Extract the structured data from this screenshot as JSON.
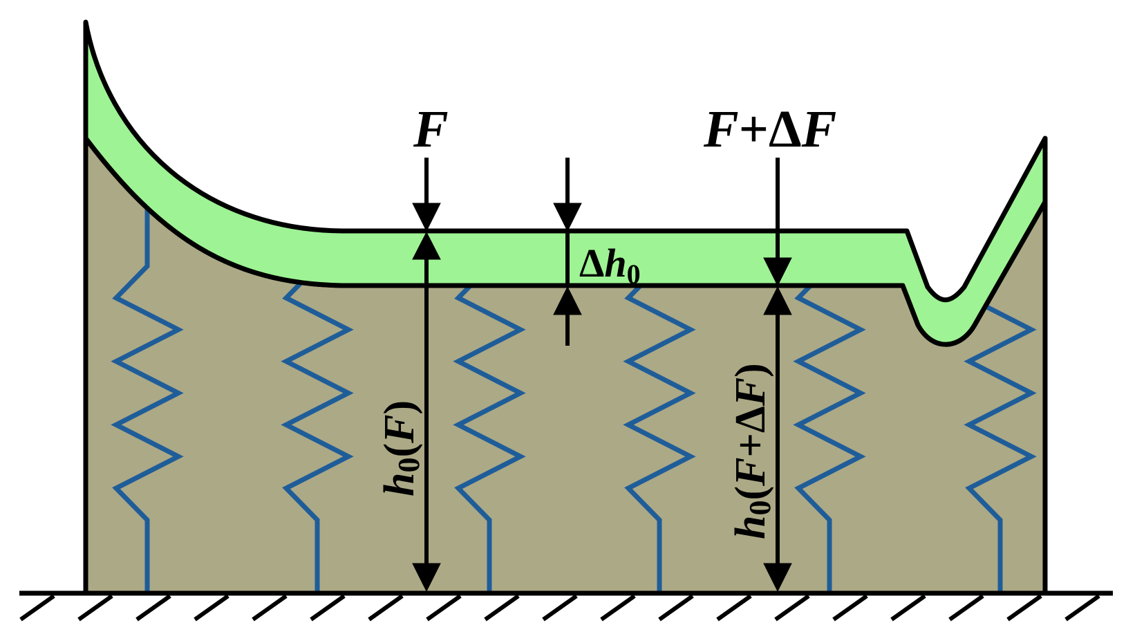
{
  "colors": {
    "background": "#ffffff",
    "substrate_fill": "#aca986",
    "film_fill": "#9ef394",
    "outline": "#000000",
    "spring": "#1f5d99"
  },
  "labels": {
    "force_left": {
      "f": "F"
    },
    "force_right": {
      "f": "F",
      "plus": "+",
      "delta": "Δ",
      "f2": "F"
    },
    "delta_h0": {
      "delta": "Δ",
      "h": "h",
      "sub": "0"
    },
    "h0_F": {
      "h": "h",
      "sub": "0",
      "open": "(",
      "f": "F",
      "close": ")"
    },
    "h0_F_dF": {
      "h": "h",
      "sub": "0",
      "open": "(",
      "f": "F",
      "plus": "+",
      "delta": "Δ",
      "f2": "F",
      "close": ")"
    }
  },
  "diagram": {
    "spring_count": 6,
    "spring_zigzag_peaks": 4,
    "ground_hatch_count": 19
  }
}
